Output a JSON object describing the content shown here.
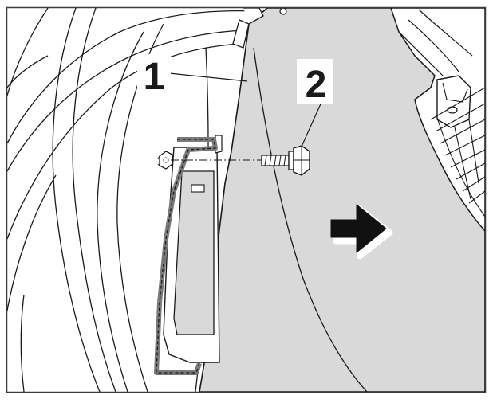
{
  "figure": {
    "callouts": [
      {
        "id": "1",
        "label": "1",
        "part": "panel"
      },
      {
        "id": "2",
        "label": "2",
        "part": "bolt"
      }
    ],
    "arrow": {
      "icon": "arrow-right-icon",
      "direction": "right"
    },
    "colors": {
      "panel_fill": "#d9d9d9",
      "outline": "#1a1a1a",
      "highlight_dash": "#7a7a7a",
      "frame": "#3a3a3a",
      "background": "#ffffff"
    }
  }
}
